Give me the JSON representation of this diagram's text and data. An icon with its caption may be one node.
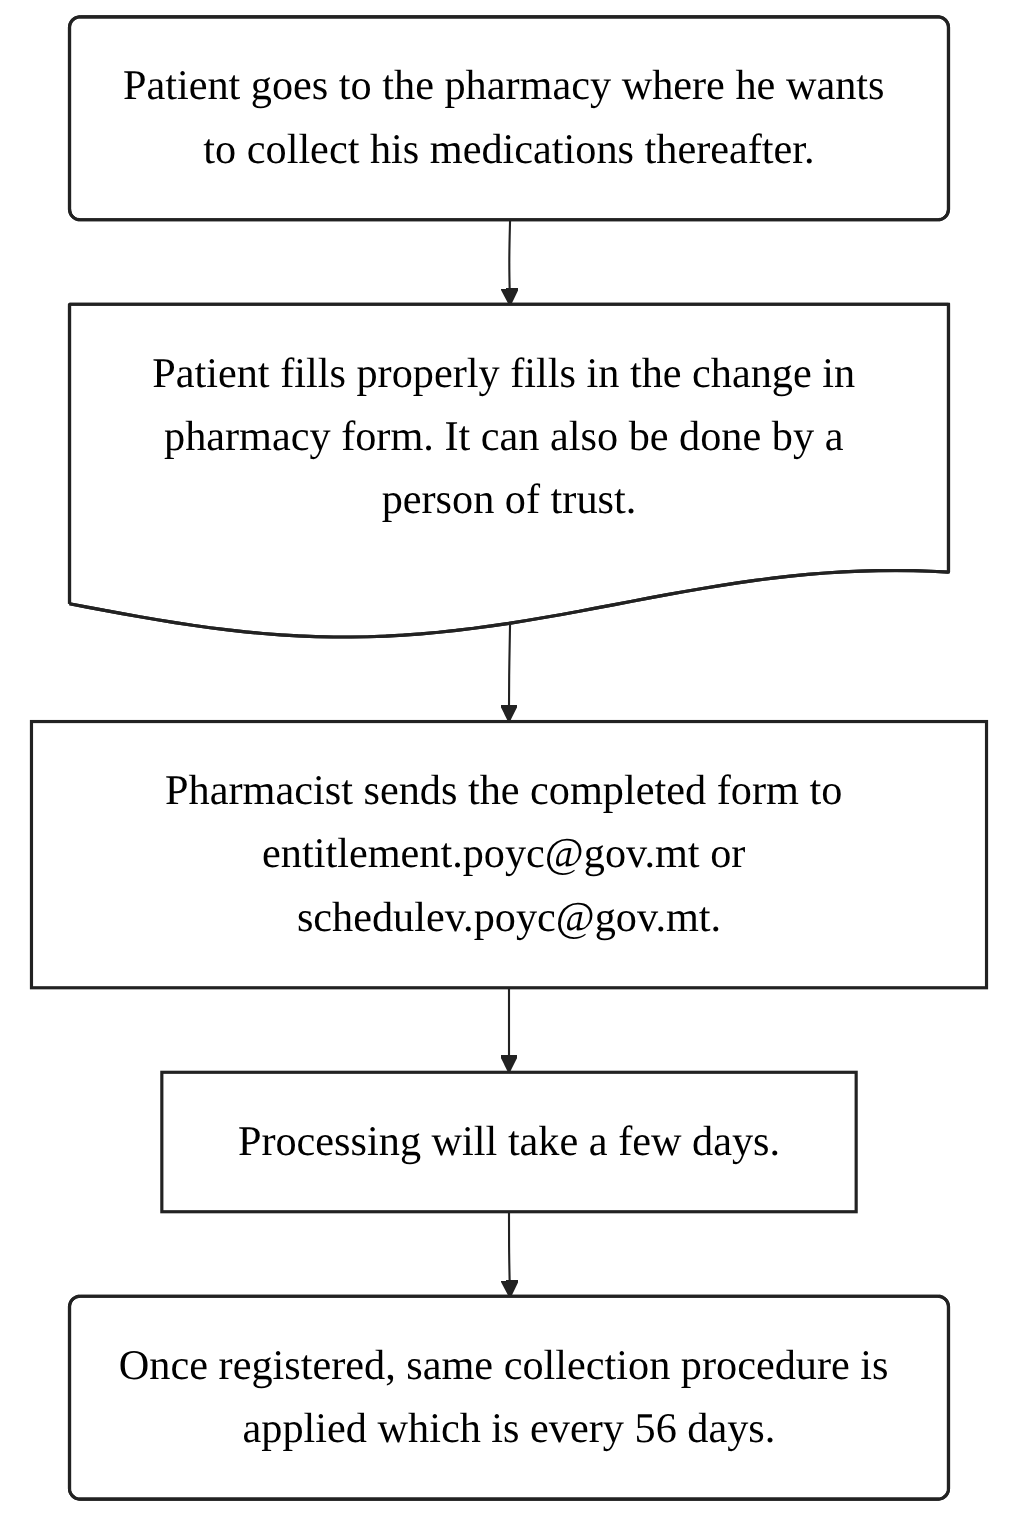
{
  "diagram": {
    "nodes": [
      {
        "text": [
          "Patient goes to the pharmacy where he wants to collect his medications thereafter."
        ]
      },
      {
        "text": [
          "Patient fills properly fills in the change in pharmacy form. It can also be done by a person of trust."
        ]
      },
      {
        "text": [
          "Pharmacist sends the completed form to entitlement.poyc@gov.mt or schedulev.poyc@gov.mt."
        ]
      },
      {
        "text": [
          "Processing will take a few days."
        ]
      },
      {
        "text": [
          "Once registered, same collection procedure is applied which is every 56 days."
        ]
      }
    ],
    "edges": [
      {
        "from": 0,
        "to": 1,
        "arrow": "to"
      },
      {
        "from": 1,
        "to": 2,
        "arrow": "to"
      },
      {
        "from": 2,
        "to": 3,
        "arrow": "to"
      },
      {
        "from": 3,
        "to": 4,
        "arrow": "to"
      }
    ]
  }
}
